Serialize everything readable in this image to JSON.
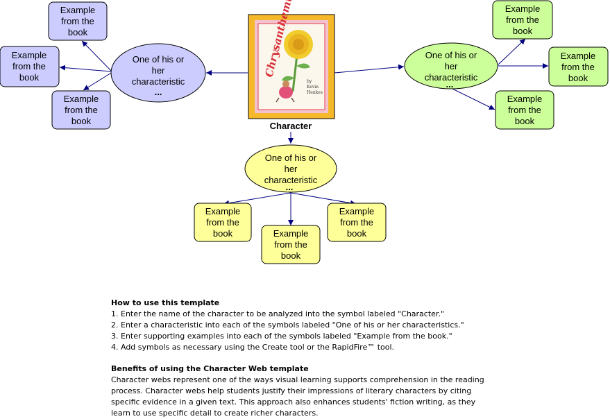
{
  "diagram": {
    "center_label": "Character",
    "book_cover": {
      "title": "Chrysanthemum",
      "by": "by",
      "author_first": "Kevin",
      "author_last": "Henkes"
    },
    "characteristic_label": [
      "One of his or",
      "her",
      "characteristic",
      "..."
    ],
    "example_label": [
      "Example",
      "from the",
      "book"
    ],
    "colors": {
      "purple_fill": "#ccccff",
      "green_fill": "#ccff99",
      "yellow_fill": "#ffff99",
      "edge": "#000080",
      "book_frame": "#f5b82a"
    }
  },
  "notes": {
    "howto_heading": "How to use this template",
    "howto_steps": [
      "1. Enter the name of the character to be analyzed into the symbol labeled \"Character.\"",
      "2. Enter a characteristic into each of the symbols labeled \"One of his or her characteristics.\"",
      "3. Enter supporting examples into each of the symbols labeled \"Example from the book.\"",
      "4. Add symbols as necessary using the Create tool or the RapidFire™ tool."
    ],
    "benefits_heading": "Benefits of using the Character Web template",
    "benefits_lines": [
      "Character webs represent one of the ways visual learning supports comprehension in the reading",
      "process. Character webs help students justify their impressions of literary characters by citing",
      "specific evidence in a given text. This approach also enhances students' fiction writing, as they",
      "learn to use specific detail to create richer characters."
    ]
  }
}
